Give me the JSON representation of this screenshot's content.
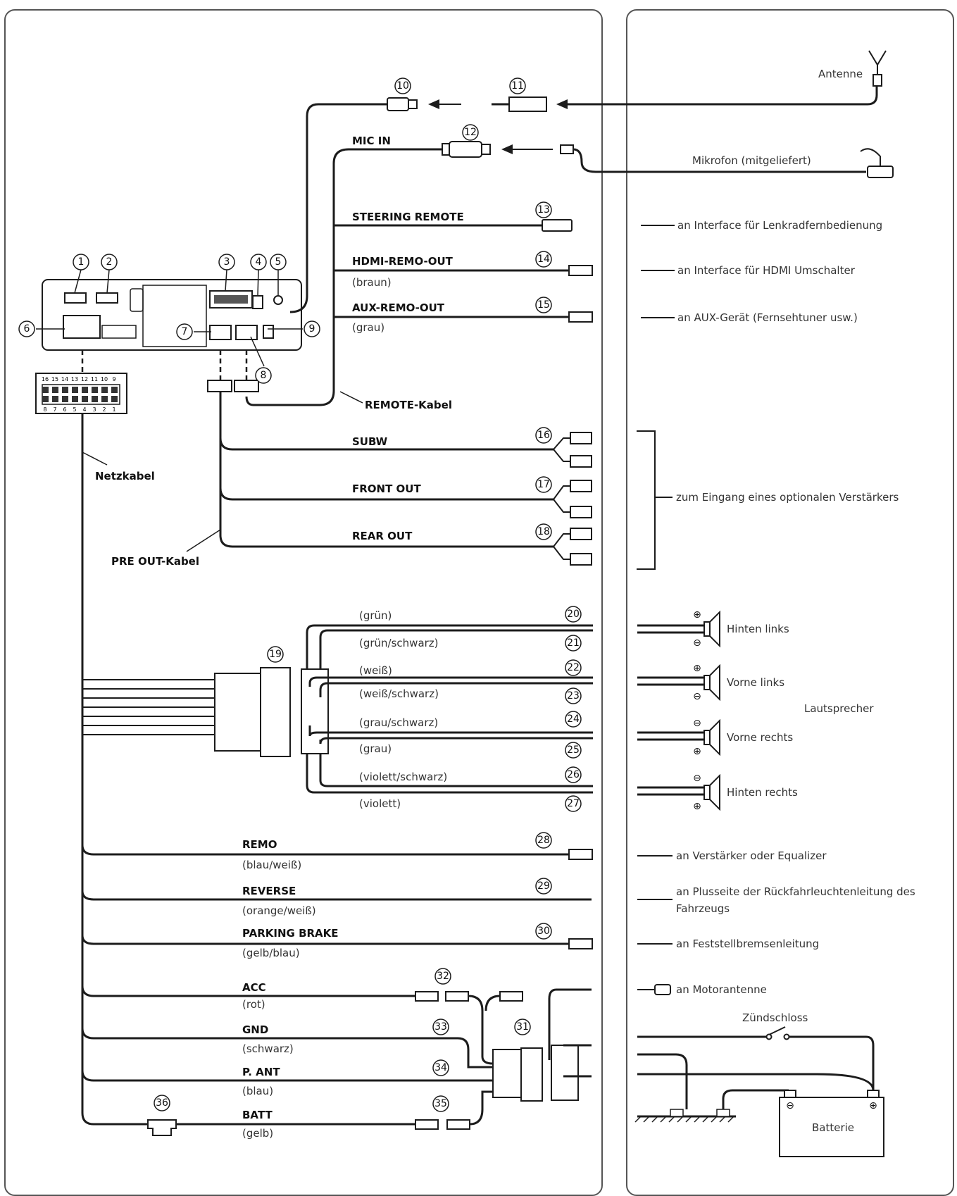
{
  "colors": {
    "wire": "#1c1c1c",
    "panel_border": "#555555",
    "background": "#ffffff"
  },
  "numbers": [
    "1",
    "2",
    "3",
    "4",
    "5",
    "6",
    "7",
    "8",
    "9",
    "10",
    "11",
    "12",
    "13",
    "14",
    "15",
    "16",
    "17",
    "18",
    "19",
    "20",
    "21",
    "22",
    "23",
    "24",
    "25",
    "26",
    "27",
    "28",
    "29",
    "30",
    "31",
    "32",
    "33",
    "34",
    "35",
    "36"
  ],
  "left_panel": {
    "cable_labels": {
      "mic_in": "MIC IN",
      "steering_remote": "STEERING REMOTE",
      "hdmi_remo_out": "HDMI-REMO-OUT",
      "hdmi_color": "(braun)",
      "aux_remo_out": "AUX-REMO-OUT",
      "aux_color": "(grau)",
      "remote_kabel": "REMOTE-Kabel",
      "netzkabel": "Netzkabel",
      "subw": "SUBW",
      "front_out": "FRONT OUT",
      "rear_out": "REAR OUT",
      "pre_out_kabel": "PRE OUT-Kabel"
    },
    "speaker_wires": [
      "(grün)",
      "(grün/schwarz)",
      "(weiß)",
      "(weiß/schwarz)",
      "(grau/schwarz)",
      "(grau)",
      "(violett/schwarz)",
      "(violett)"
    ],
    "power_wires": [
      {
        "name": "REMO",
        "color": "(blau/weiß)"
      },
      {
        "name": "REVERSE",
        "color": "(orange/weiß)"
      },
      {
        "name": "PARKING BRAKE",
        "color": "(gelb/blau)"
      },
      {
        "name": "ACC",
        "color": "(rot)"
      },
      {
        "name": "GND",
        "color": "(schwarz)"
      },
      {
        "name": "P. ANT",
        "color": "(blau)"
      },
      {
        "name": "BATT",
        "color": "(gelb)"
      }
    ],
    "pin_numbers_top": [
      "16",
      "15",
      "14",
      "13",
      "12",
      "11",
      "10",
      "9"
    ],
    "pin_numbers_bottom": [
      "8",
      "7",
      "6",
      "5",
      "4",
      "3",
      "2",
      "1"
    ]
  },
  "right_panel": {
    "antenne": "Antenne",
    "mikrofon": "Mikrofon (mitgeliefert)",
    "steering_dest": "an Interface für Lenkradfernbedienung",
    "hdmi_dest": "an Interface für HDMI Umschalter",
    "aux_dest": "an AUX-Gerät (Fernsehtuner usw.)",
    "amp_dest": "zum Eingang eines optionalen Verstärkers",
    "speakers": [
      "Hinten links",
      "Vorne links",
      "Vorne rechts",
      "Hinten rechts"
    ],
    "lautsprecher": "Lautsprecher",
    "remo_dest": "an Verstärker oder Equalizer",
    "reverse_dest_line1": "an Plusseite der Rückfahrleuchtenleitung des",
    "reverse_dest_line2": "Fahrzeugs",
    "parking_dest": "an Feststellbremsenleitung",
    "pant_dest": "an Motorantenne",
    "zuendschloss": "Zündschloss",
    "batterie": "Batterie"
  }
}
